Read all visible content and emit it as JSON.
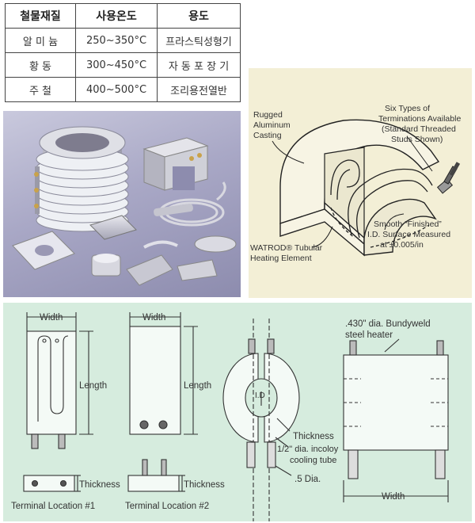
{
  "table": {
    "headers": [
      "철물재질",
      "사용온도",
      "용도"
    ],
    "rows": [
      [
        "알 미 늄",
        "250~350°C",
        "프라스틱성형기"
      ],
      [
        "황 동",
        "300~450°C",
        "자 동 포 장 기"
      ],
      [
        "주 철",
        "400~500°C",
        "조리용전열반"
      ]
    ]
  },
  "diagram_top": {
    "rugged_1": "Rugged",
    "rugged_2": "Aluminum",
    "rugged_3": "Casting",
    "six_1": "Six Types of",
    "six_2": "Terminations Available",
    "six_3": "(Standard Threaded",
    "six_4": "Studs Shown)",
    "smooth_1": "Smooth “Finished”",
    "smooth_2": "I.D. Surface Measured",
    "smooth_3": "at ±0.005/in",
    "watrod_1": "WATROD® Tubular",
    "watrod_2": "Heating Element"
  },
  "diagram_bottom": {
    "width": "Width",
    "length": "Length",
    "thickness": "Thickness",
    "terminal_1": "Terminal Location #1",
    "terminal_2": "Terminal Location #2",
    "id": "I.D",
    "cooling_1": "1/2\" dia. incoloy",
    "cooling_2": "cooling tube",
    "dia5": ".5 Dia.",
    "bundy_1": ".430\" dia. Bundyweld",
    "bundy_2": "steel heater"
  }
}
